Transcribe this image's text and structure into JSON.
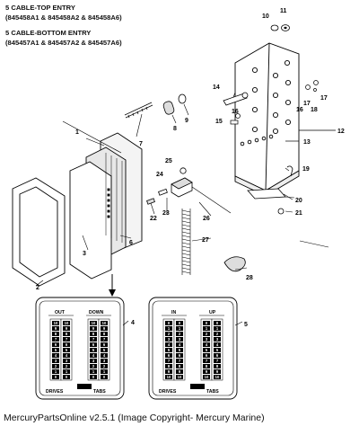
{
  "header": {
    "line1": "5 CABLE-TOP ENTRY",
    "line2": "(845458A1 & 845458A2 & 845458A6)",
    "line3": "5 CABLE-BOTTOM ENTRY",
    "line4": "(845457A1 & 845457A2 & 845457A6)"
  },
  "callouts": [
    "1",
    "2",
    "3",
    "4",
    "5",
    "6",
    "7",
    "8",
    "9",
    "10",
    "11",
    "12",
    "13",
    "14",
    "15",
    "16",
    "16",
    "17",
    "17",
    "18",
    "19",
    "20",
    "21",
    "22",
    "23",
    "24",
    "25",
    "26",
    "27",
    "28"
  ],
  "panel_left": {
    "top_left": "OUT",
    "top_right": "DOWN",
    "bottom_left": "DRIVES",
    "bottom_right": "TABS",
    "scale": [
      "10",
      "9",
      "8",
      "7",
      "6",
      "5",
      "4",
      "3",
      "2",
      "1",
      "0"
    ]
  },
  "panel_right": {
    "top_left": "IN",
    "top_right": "UP",
    "bottom_left": "DRIVES",
    "bottom_right": "TABS",
    "scale": [
      "0",
      "1",
      "2",
      "3",
      "4",
      "5",
      "6",
      "7",
      "8",
      "9",
      "10"
    ]
  },
  "footer": "MercuryPartsOnline v2.5.1 (Image Copyright- Mercury Marine)"
}
